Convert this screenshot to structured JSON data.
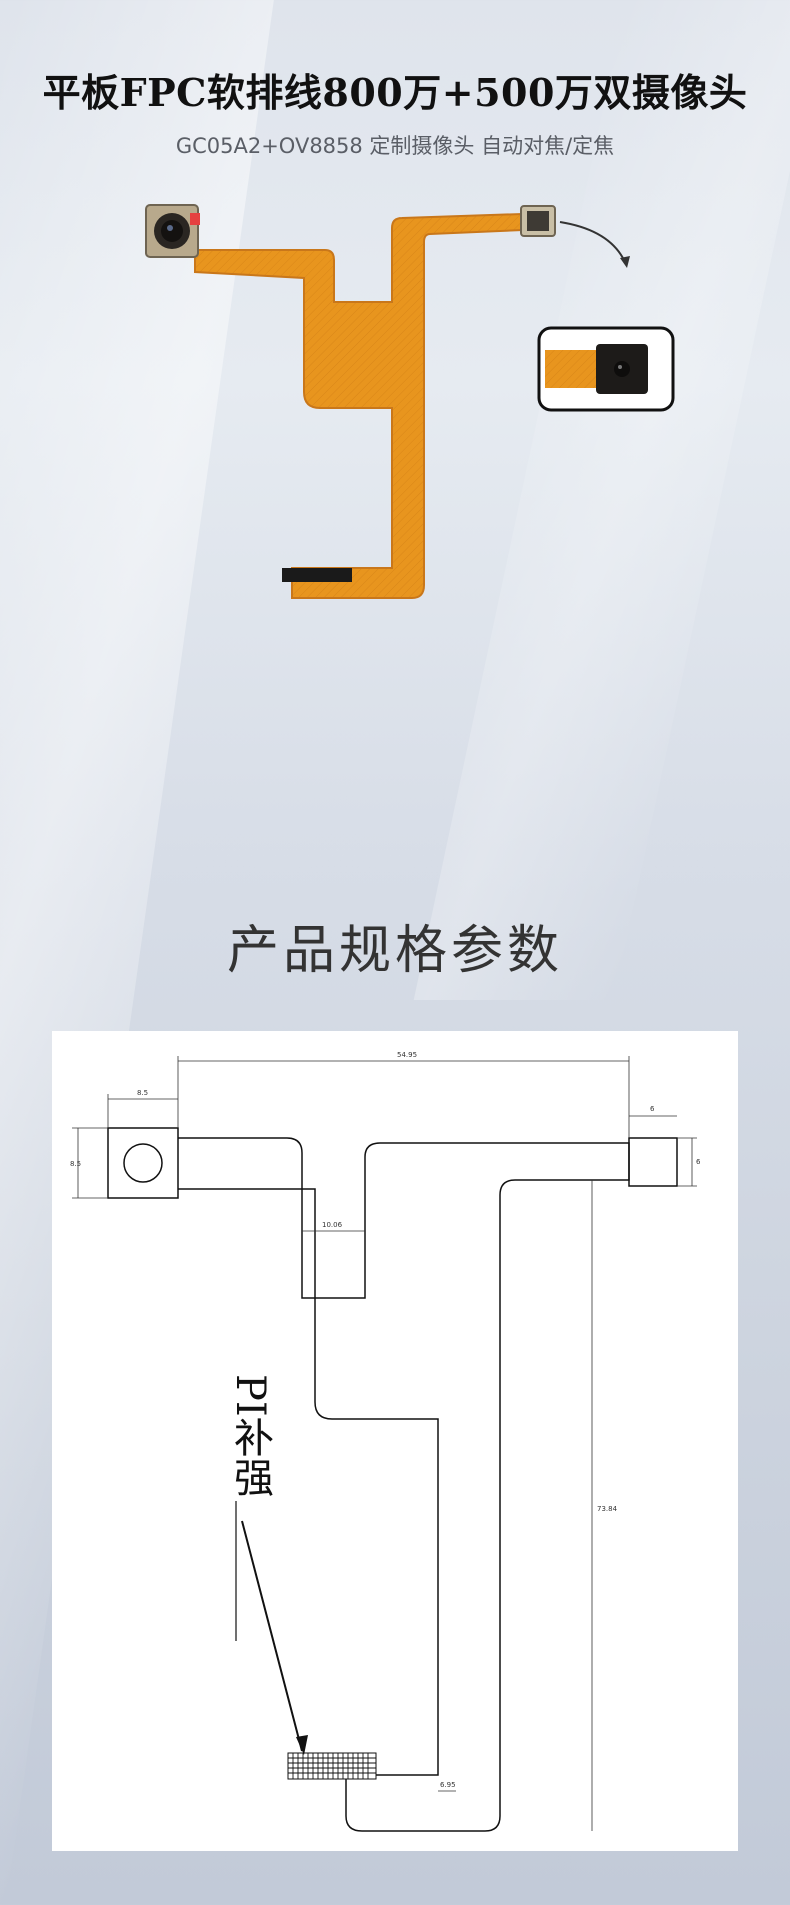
{
  "header": {
    "title": "平板FPC软排线800万+500万双摄像头",
    "subtitle": "GC05A2+OV8858  定制摄像头 自动对焦/定焦"
  },
  "section": {
    "title": "产品规格参数"
  },
  "drawing": {
    "dim_total_width": "54.95",
    "dim_left_cam_width": "8.5",
    "dim_left_cam_height": "8.5",
    "dim_right_cam_width": "6",
    "dim_right_cam_height": "6",
    "dim_gap": "10.06",
    "dim_length": "73.84",
    "dim_connector": "6.95",
    "pi_label": "PI补强"
  },
  "colors": {
    "fpc_orange": "#e8951e",
    "fpc_edge": "#c9771a",
    "title_text": "#111111",
    "subtitle_text": "#5a5e66"
  }
}
